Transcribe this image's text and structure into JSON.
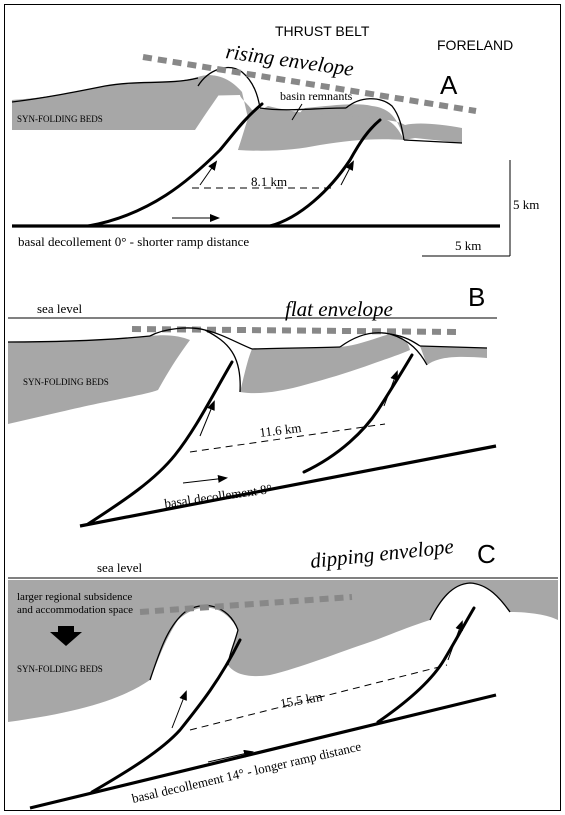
{
  "header": {
    "thrust_belt": "THRUST BELT",
    "foreland": "FORELAND"
  },
  "panel_a": {
    "letter": "A",
    "envelope": "rising envelope",
    "basin": "basin remnants",
    "beds": "SYN-FOLDING BEDS",
    "distance": "8.1 km",
    "decollement": "basal decollement 0° - shorter ramp distance",
    "scale_v": "5 km",
    "scale_h": "5 km"
  },
  "panel_b": {
    "letter": "B",
    "sea_level": "sea level",
    "envelope": "flat envelope",
    "beds": "SYN-FOLDING BEDS",
    "distance": "11.6 km",
    "decollement": "basal decollement 8°"
  },
  "panel_c": {
    "letter": "C",
    "sea_level": "sea level",
    "envelope": "dipping envelope",
    "subsidence_line1": "larger regional subsidence",
    "subsidence_line2": "and accommodation space",
    "beds": "SYN-FOLDING BEDS",
    "distance": "15.5 km",
    "decollement": "basal decollement 14° - longer ramp distance"
  },
  "colors": {
    "fill": "#a7a7a7",
    "envelope": "#888888",
    "line": "#000000"
  }
}
